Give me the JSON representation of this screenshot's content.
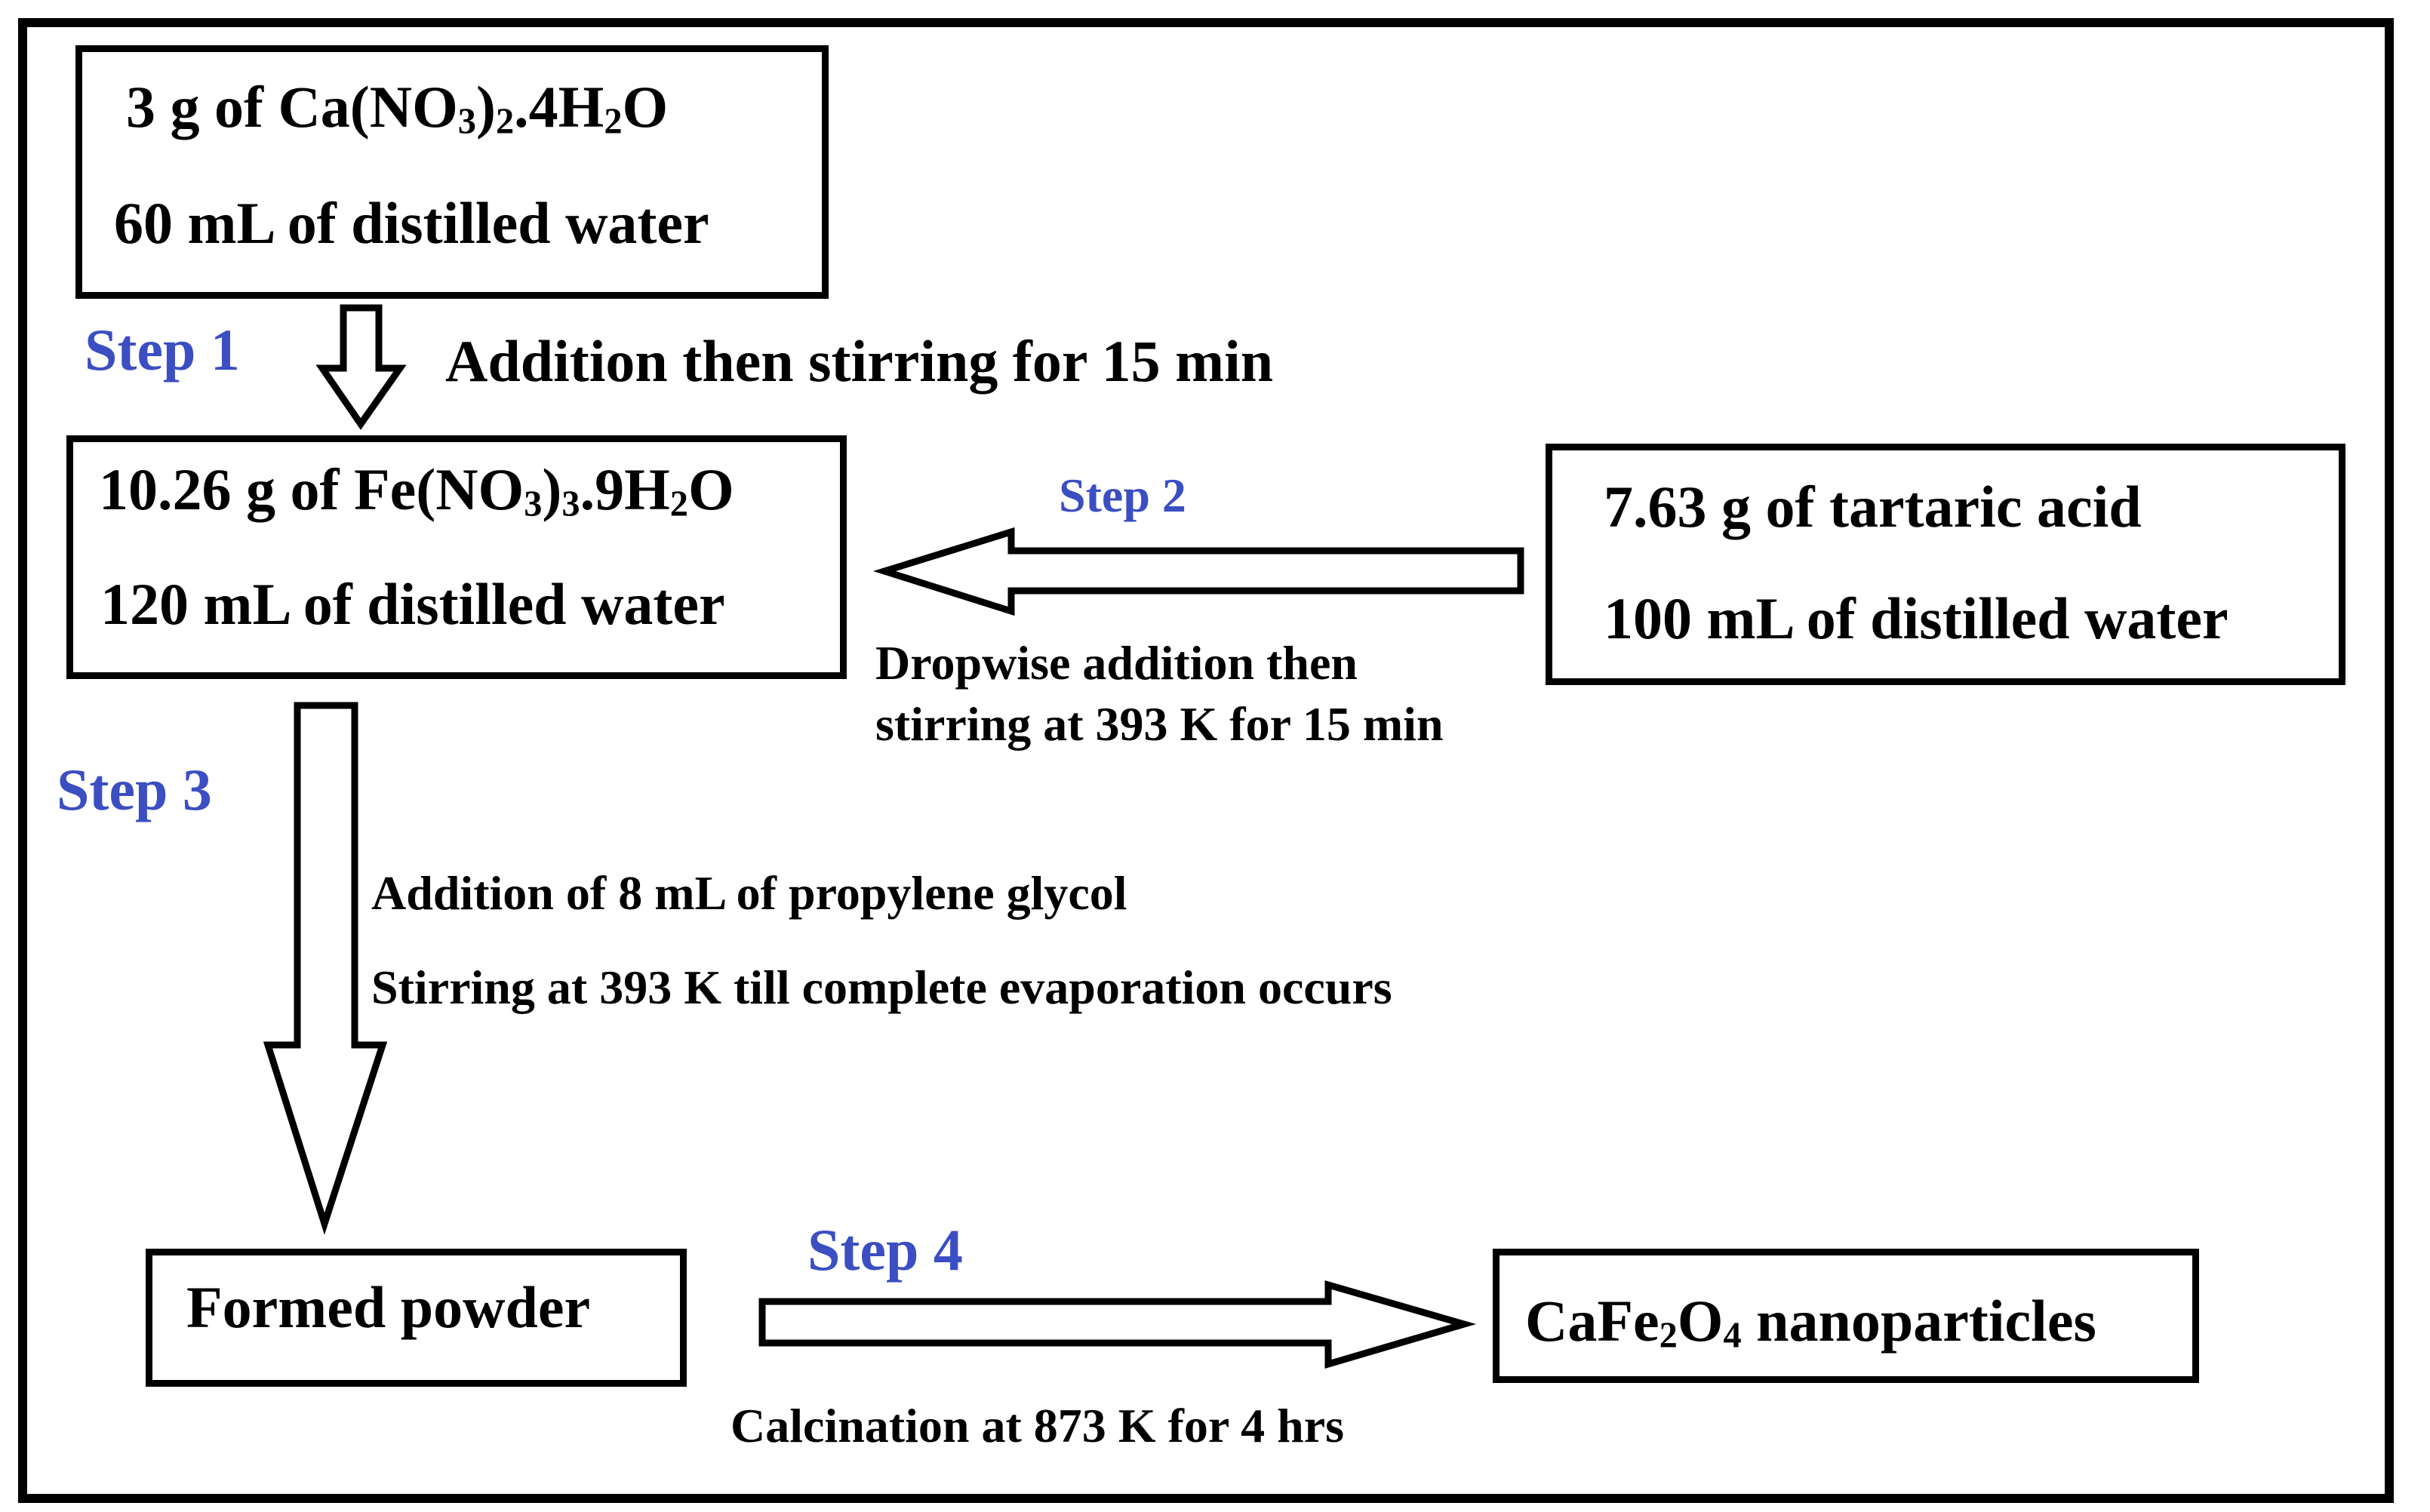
{
  "box1": {
    "line1": {
      "prefix": "3 g of Ca(NO",
      "sub1": "3",
      "mid": ")",
      "sub2": "2",
      "suffix": ".4H",
      "sub3": "2",
      "end": "O"
    },
    "line2": "60 mL of distilled water"
  },
  "step1": {
    "label": "Step 1",
    "text": "Addition then stirring for 15 min"
  },
  "box2": {
    "line1": {
      "prefix": "10.26 g of Fe(NO",
      "sub1": "3",
      "mid": ")",
      "sub2": "3",
      "suffix": ".9H",
      "sub3": "2",
      "end": "O"
    },
    "line2": "120 mL of distilled water"
  },
  "box3": {
    "line1": "7.63 g of tartaric acid",
    "line2": "100 mL of distilled water"
  },
  "step2": {
    "label": "Step 2",
    "text_line1": "Dropwise addition then",
    "text_line2": "stirring at 393 K for 15  min"
  },
  "step3": {
    "label": "Step 3",
    "text_line1": "Addition of 8 mL of propylene glycol",
    "text_line2": "Stirring at 393 K till complete evaporation occurs"
  },
  "box4": {
    "label": "Formed powder"
  },
  "step4": {
    "label": "Step 4",
    "text": "Calcination at 873 K for 4 hrs"
  },
  "box5": {
    "prefix": "CaFe",
    "sub1": "2",
    "mid": "O",
    "sub2": "4",
    "suffix": " nanoparticles"
  },
  "colors": {
    "step_label": "#3b4ec2",
    "stroke": "#000000",
    "background": "#ffffff"
  }
}
